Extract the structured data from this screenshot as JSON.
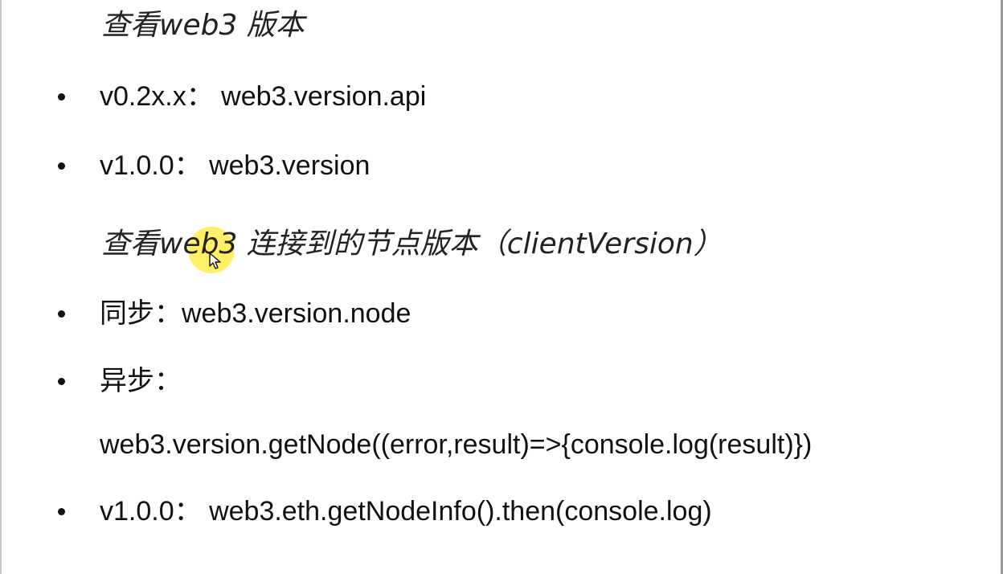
{
  "slide": {
    "heading_version": "查看web3 版本",
    "heading_client": "查看web3 连接到的节点版本（clientVersion）",
    "items": [
      {
        "text": "v0.2x.x：  web3.version.api"
      },
      {
        "text": "v1.0.0：  web3.version"
      },
      {
        "text": "同步：web3.version.node"
      },
      {
        "text": "异步："
      },
      {
        "text": "web3.version.getNode((error,result)=>{console.log(result)})"
      },
      {
        "text": "v1.0.0：  web3.eth.getNodeInfo().then(console.log)"
      }
    ]
  },
  "colors": {
    "text": "#111111",
    "highlight": "#ffec3c"
  },
  "icons": {
    "bullet": "bullet-dot-icon",
    "pointer": "mouse-pointer-icon"
  }
}
